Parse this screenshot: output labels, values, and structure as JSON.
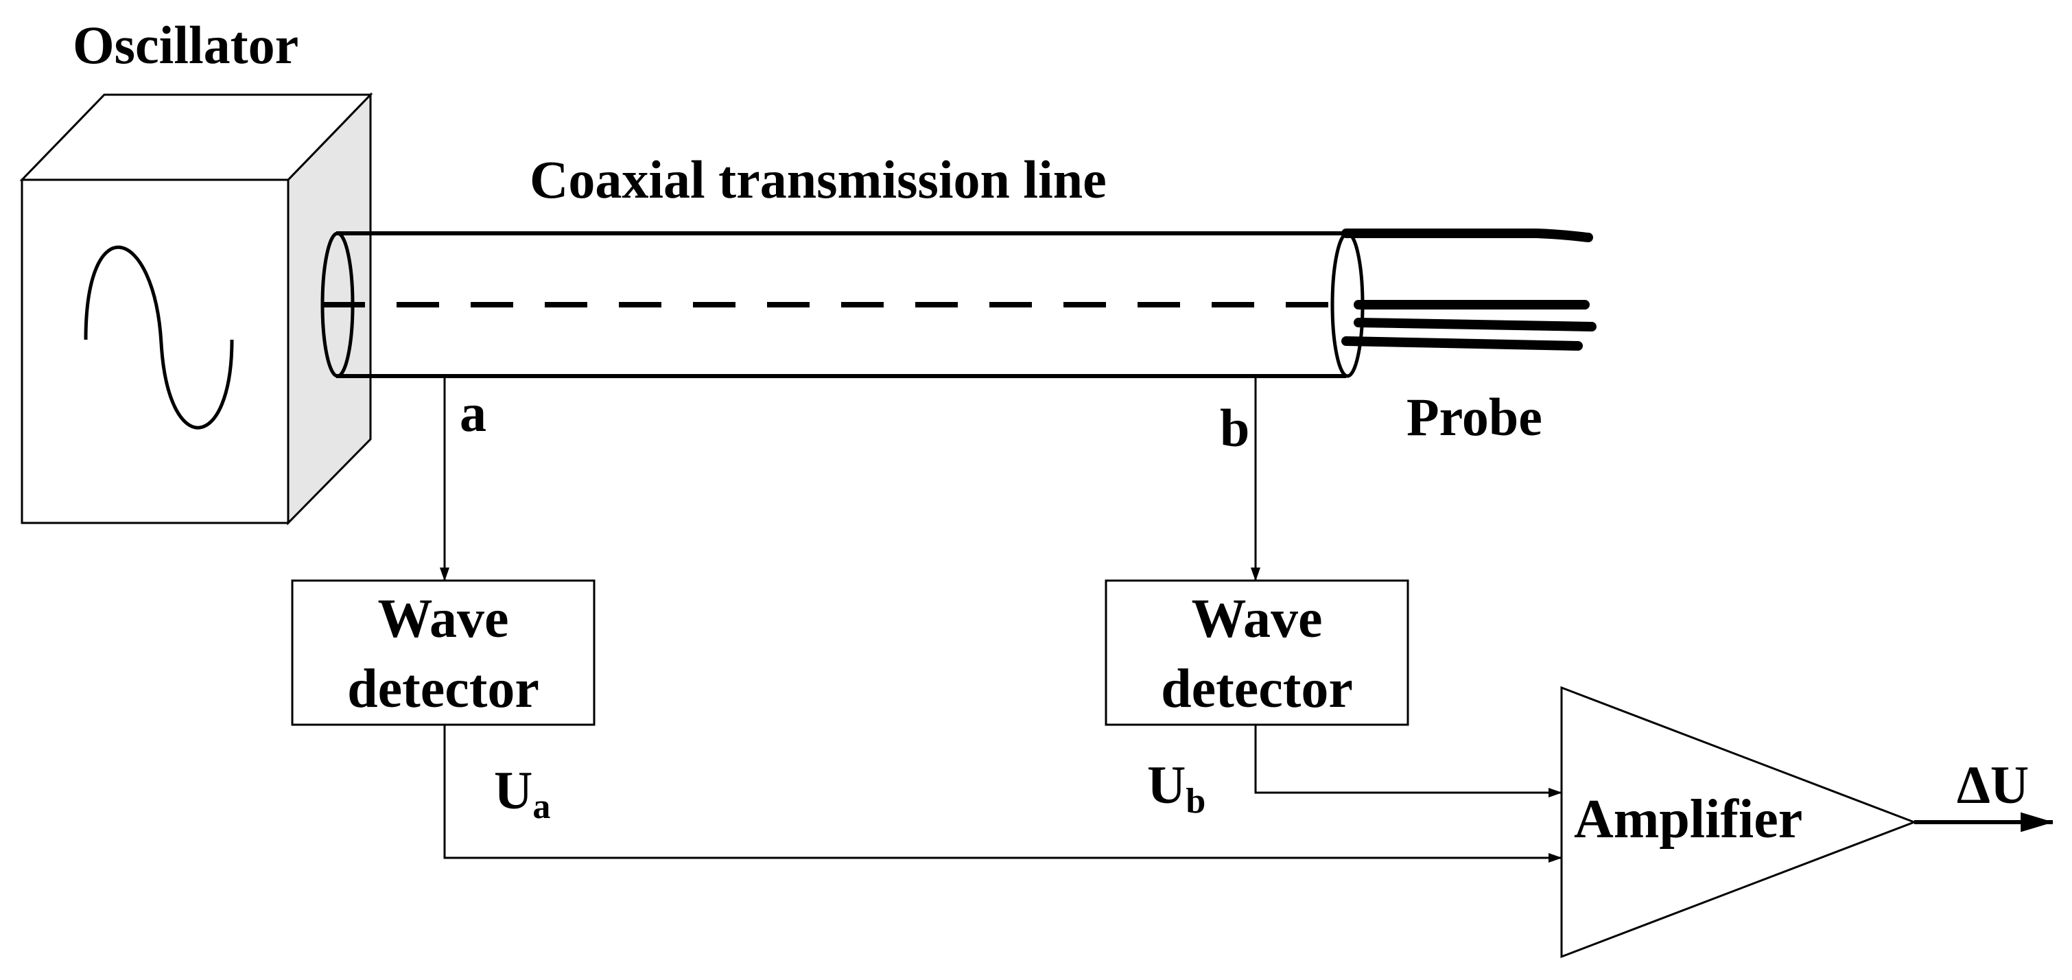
{
  "labels": {
    "oscillator": "Oscillator",
    "coaxial": "Coaxial transmission line",
    "probe": "Probe",
    "point_a": "a",
    "point_b": "b",
    "detector_a_line1": "Wave",
    "detector_a_line2": "detector",
    "detector_b_line1": "Wave",
    "detector_b_line2": "detector",
    "amplifier": "Amplifier",
    "ua_main": "U",
    "ua_sub": "a",
    "ub_main": "U",
    "ub_sub": "b",
    "output": "ΔU"
  },
  "colors": {
    "line": "#000000",
    "box_side": "#e6e6e6",
    "background": "#ffffff"
  }
}
